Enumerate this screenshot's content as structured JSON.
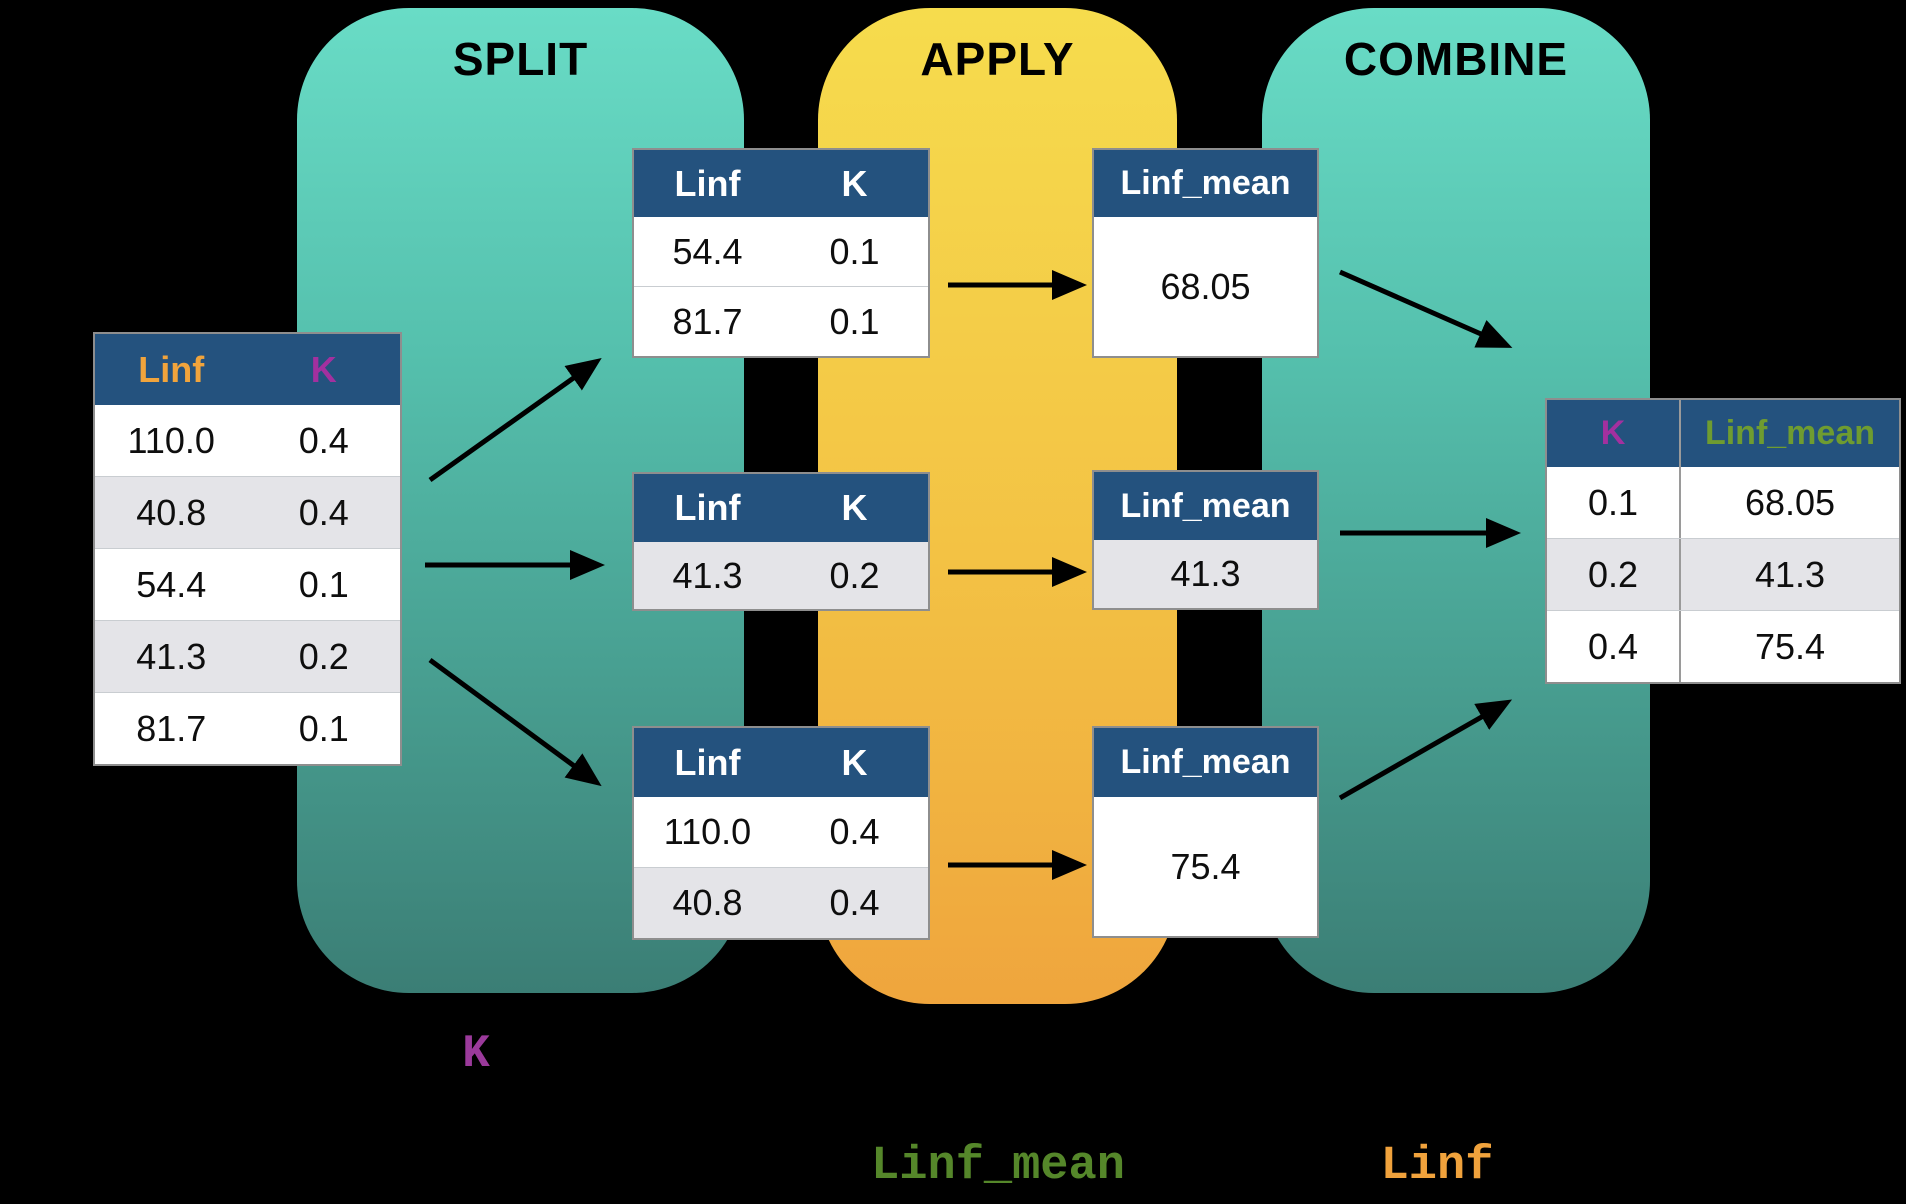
{
  "stages": {
    "split": "SPLIT",
    "apply": "APPLY",
    "combine": "COMBINE"
  },
  "source_table": {
    "col1": "Linf",
    "col2": "K",
    "rows": [
      [
        "110.0",
        "0.4"
      ],
      [
        "40.8",
        "0.4"
      ],
      [
        "54.4",
        "0.1"
      ],
      [
        "41.3",
        "0.2"
      ],
      [
        "81.7",
        "0.1"
      ]
    ]
  },
  "split_tables": [
    {
      "col1": "Linf",
      "col2": "K",
      "rows": [
        [
          "54.4",
          "0.1"
        ],
        [
          "81.7",
          "0.1"
        ]
      ]
    },
    {
      "col1": "Linf",
      "col2": "K",
      "rows": [
        [
          "41.3",
          "0.2"
        ]
      ]
    },
    {
      "col1": "Linf",
      "col2": "K",
      "rows": [
        [
          "110.0",
          "0.4"
        ],
        [
          "40.8",
          "0.4"
        ]
      ]
    }
  ],
  "apply_tables": [
    {
      "header": "Linf_mean",
      "value": "68.05"
    },
    {
      "header": "Linf_mean",
      "value": "41.3"
    },
    {
      "header": "Linf_mean",
      "value": "75.4"
    }
  ],
  "combined_table": {
    "col1": "K",
    "col2": "Linf_mean",
    "rows": [
      [
        "0.1",
        "68.05"
      ],
      [
        "0.2",
        "41.3"
      ],
      [
        "0.4",
        "75.4"
      ]
    ]
  },
  "captions": {
    "group_key": "K",
    "mean_label": "Linf_mean",
    "value_label": "Linf"
  },
  "colors": {
    "teal_top": "#69DCC6",
    "teal_bottom": "#3B7E75",
    "yellow_top": "#F6DC4D",
    "yellow_bottom": "#EFA53D",
    "header_blue": "#24527E",
    "row_gray": "#E4E4E8",
    "row_white": "#FFFFFF",
    "linf_orange": "#F1A43C",
    "k_purple": "#A3309F",
    "linf_mean_green": "#6F9C30",
    "caption_purple": "#9B3A9B",
    "caption_green": "#55872A",
    "caption_orange": "#F0A23C",
    "border_gray": "#8E8E8E",
    "arrow_black": "#000000"
  }
}
